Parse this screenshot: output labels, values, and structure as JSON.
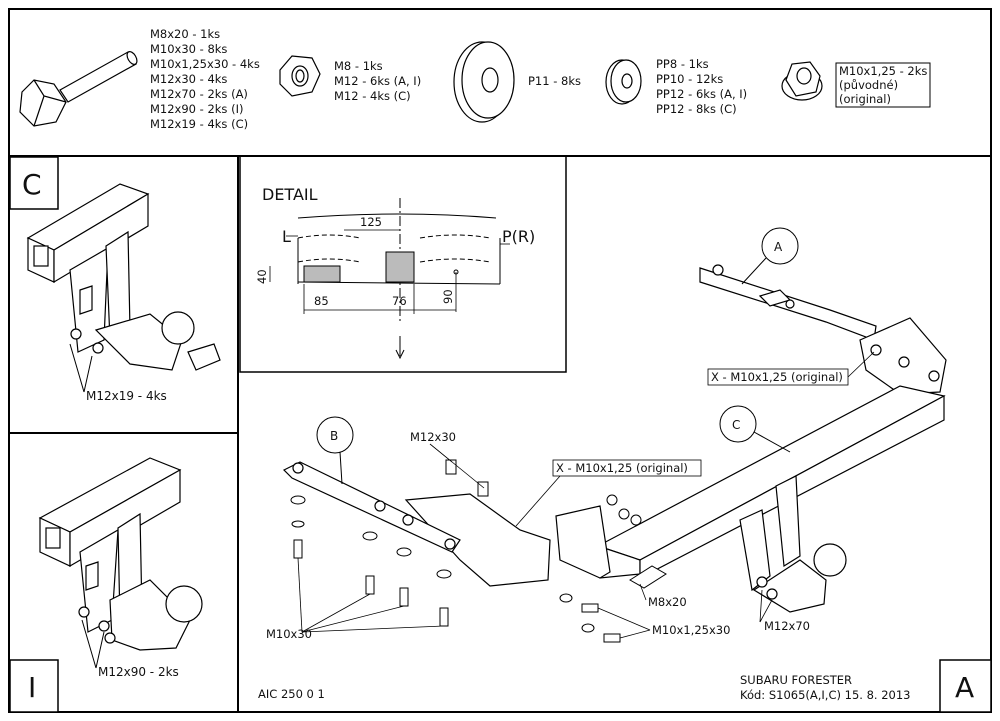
{
  "parts_header": {
    "bolt_list": [
      "M8x20 - 1ks",
      "M10x30 - 8ks",
      "M10x1,25x30 - 4ks",
      "M12x30 - 4ks",
      "M12x70 - 2ks (A)",
      "M12x90 - 2ks (I)",
      "M12x19 - 4ks (C)"
    ],
    "nut_list": [
      "M8 - 1ks",
      "M12 - 6ks (A, I)",
      "M12 - 4ks (C)"
    ],
    "washer_big": "P11 - 8ks",
    "washer_list": [
      "PP8 - 1ks",
      "PP10 - 12ks",
      "PP12 - 6ks (A, I)",
      "PP12 - 8ks (C)"
    ],
    "flange_nut_list": [
      "M10x1,25 - 2ks",
      "(původné)",
      "(original)"
    ]
  },
  "panel_c": {
    "letter": "C",
    "bolt_callout": "M12x19 - 4ks"
  },
  "panel_i": {
    "letter": "I",
    "bolt_callout": "M12x90 - 2ks"
  },
  "detail": {
    "title": "DETAIL",
    "left_mark": "L",
    "right_mark": "P(R)",
    "dim_125": "125",
    "dim_40": "40",
    "dim_85": "85",
    "dim_76": "76",
    "dim_90": "90"
  },
  "main": {
    "callout_a": "A",
    "callout_b": "B",
    "callout_c": "C",
    "x_original_top": "X - M10x1,25 (original)",
    "x_original_mid": "X - M10x1,25 (original)",
    "m12x30": "M12x30",
    "m8x20": "M8x20",
    "m10x1_25x30": "M10x1,25x30",
    "m10x30": "M10x30",
    "m12x70": "M12x70"
  },
  "title_block": {
    "drawing_no": "AIC 250 0 1",
    "vehicle": "SUBARU FORESTER",
    "code": "Kód: S1065(A,I,C)  15. 8. 2013",
    "variant_letter": "A"
  }
}
